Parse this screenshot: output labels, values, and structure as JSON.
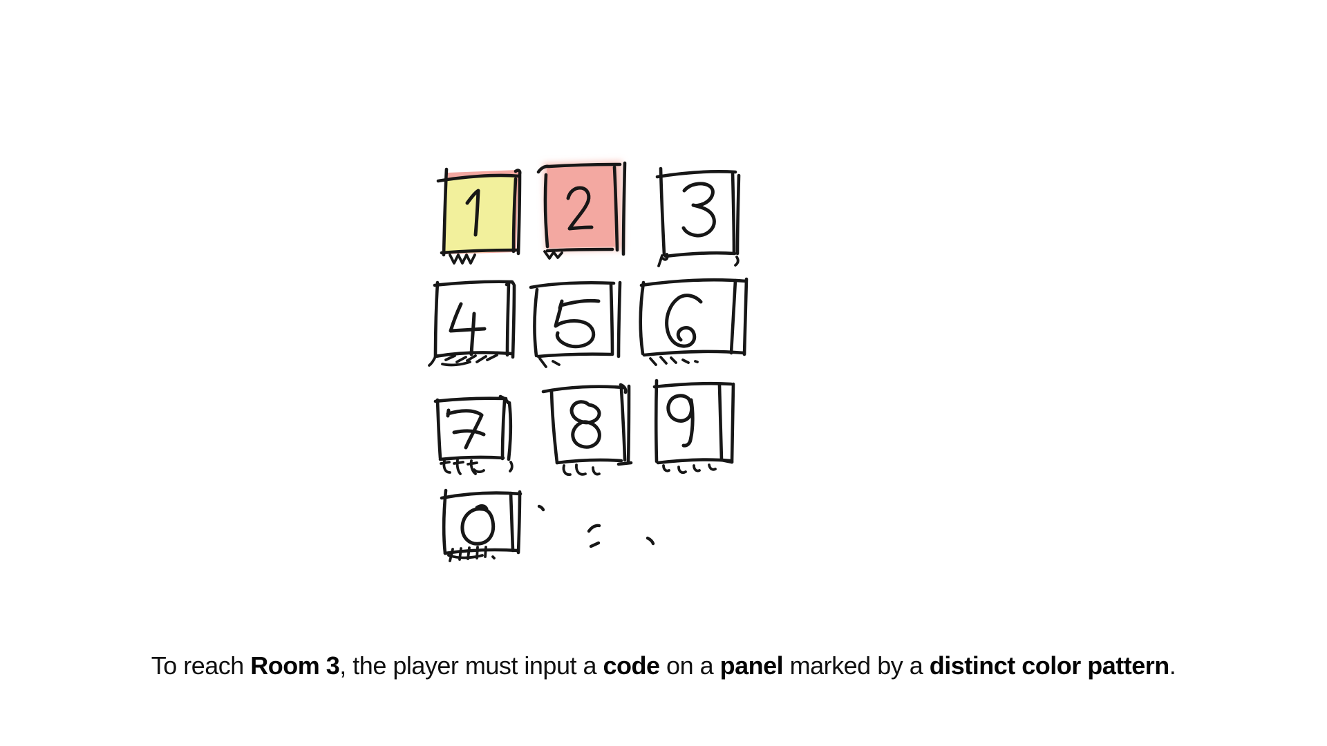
{
  "title": "Hand-drawn keypad puzzle slide",
  "colors": {
    "background": "#ffffff",
    "yellow": "#f2f09c",
    "pink": "#f3a8a1",
    "pink_halo": "#f7c3bc",
    "ink": "#171717",
    "text": "#101010"
  },
  "keypad": {
    "keys": [
      {
        "digit": "1",
        "row": 1,
        "col": 1,
        "fill": "yellow",
        "backing": "pink",
        "highlighted": true
      },
      {
        "digit": "2",
        "row": 1,
        "col": 2,
        "fill": "pink",
        "backing": null,
        "highlighted": true
      },
      {
        "digit": "3",
        "row": 1,
        "col": 3,
        "fill": "none",
        "backing": null,
        "highlighted": false
      },
      {
        "digit": "4",
        "row": 2,
        "col": 1,
        "fill": "none",
        "backing": null,
        "highlighted": false
      },
      {
        "digit": "5",
        "row": 2,
        "col": 2,
        "fill": "none",
        "backing": null,
        "highlighted": false
      },
      {
        "digit": "6",
        "row": 2,
        "col": 3,
        "fill": "none",
        "backing": null,
        "highlighted": false
      },
      {
        "digit": "7",
        "row": 3,
        "col": 1,
        "fill": "none",
        "backing": null,
        "highlighted": false
      },
      {
        "digit": "8",
        "row": 3,
        "col": 2,
        "fill": "none",
        "backing": null,
        "highlighted": false
      },
      {
        "digit": "9",
        "row": 3,
        "col": 3,
        "fill": "none",
        "backing": null,
        "highlighted": false
      },
      {
        "digit": "0",
        "row": 4,
        "col": 1,
        "fill": "none",
        "backing": null,
        "highlighted": false
      }
    ]
  },
  "caption": {
    "segments": [
      {
        "text": "To reach ",
        "bold": false
      },
      {
        "text": "Room 3",
        "bold": true
      },
      {
        "text": ", the player must input a ",
        "bold": false
      },
      {
        "text": "code",
        "bold": true
      },
      {
        "text": " on a ",
        "bold": false
      },
      {
        "text": "panel",
        "bold": true
      },
      {
        "text": " marked by a ",
        "bold": false
      },
      {
        "text": "distinct color pattern",
        "bold": true
      },
      {
        "text": ".",
        "bold": false
      }
    ]
  }
}
